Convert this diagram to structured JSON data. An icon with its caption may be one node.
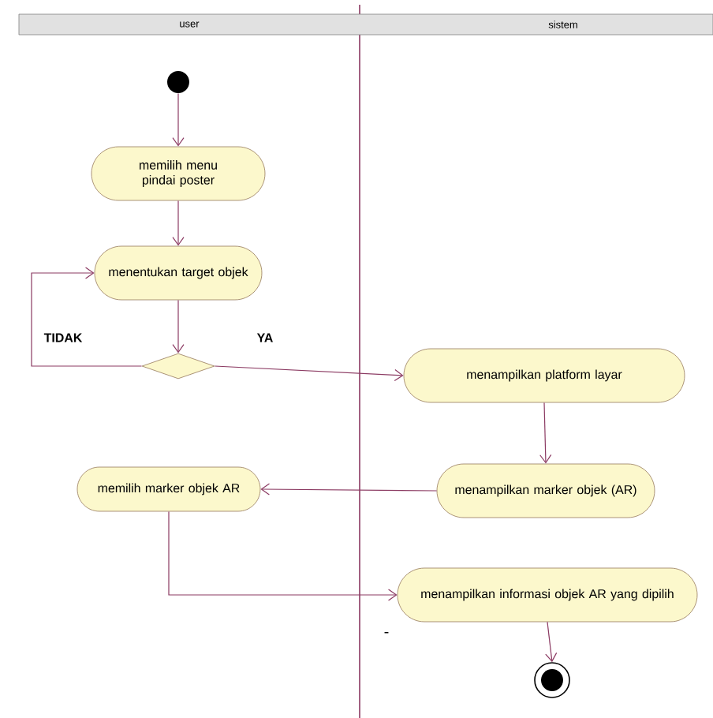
{
  "diagram": {
    "nodes": [
      {
        "text": [],
        "shape": "circle"
      },
      {
        "text": [
          "memilih menu pindai poster"
        ]
      },
      {
        "text": [
          "menentukan target objek"
        ]
      },
      {
        "text": [],
        "shape": "diamond"
      },
      {
        "text": [
          "menampilkan platform layar"
        ]
      },
      {
        "text": [
          "menampilkan marker objek (AR)"
        ]
      },
      {
        "text": [
          "memilih marker objek AR"
        ]
      },
      {
        "text": [
          "menampilkan informasi objek AR yang dipilih"
        ]
      },
      {
        "text": [],
        "shape": "circle"
      }
    ],
    "edges": [
      {
        "from": 0,
        "to": 1,
        "arrow": "to"
      },
      {
        "from": 1,
        "to": 2,
        "arrow": "to"
      },
      {
        "from": 2,
        "to": 3,
        "arrow": "to"
      },
      {
        "from": 3,
        "to": 2,
        "arrow": "to",
        "label": "TIDAK"
      },
      {
        "from": 3,
        "to": 4,
        "arrow": "to",
        "label": "YA"
      },
      {
        "from": 4,
        "to": 5,
        "arrow": "to"
      },
      {
        "from": 5,
        "to": 6,
        "arrow": "to"
      },
      {
        "from": 6,
        "to": 7,
        "arrow": "to"
      },
      {
        "from": 7,
        "to": 8,
        "arrow": "to"
      }
    ],
    "labels": [
      "user",
      "sistem",
      "-"
    ]
  }
}
